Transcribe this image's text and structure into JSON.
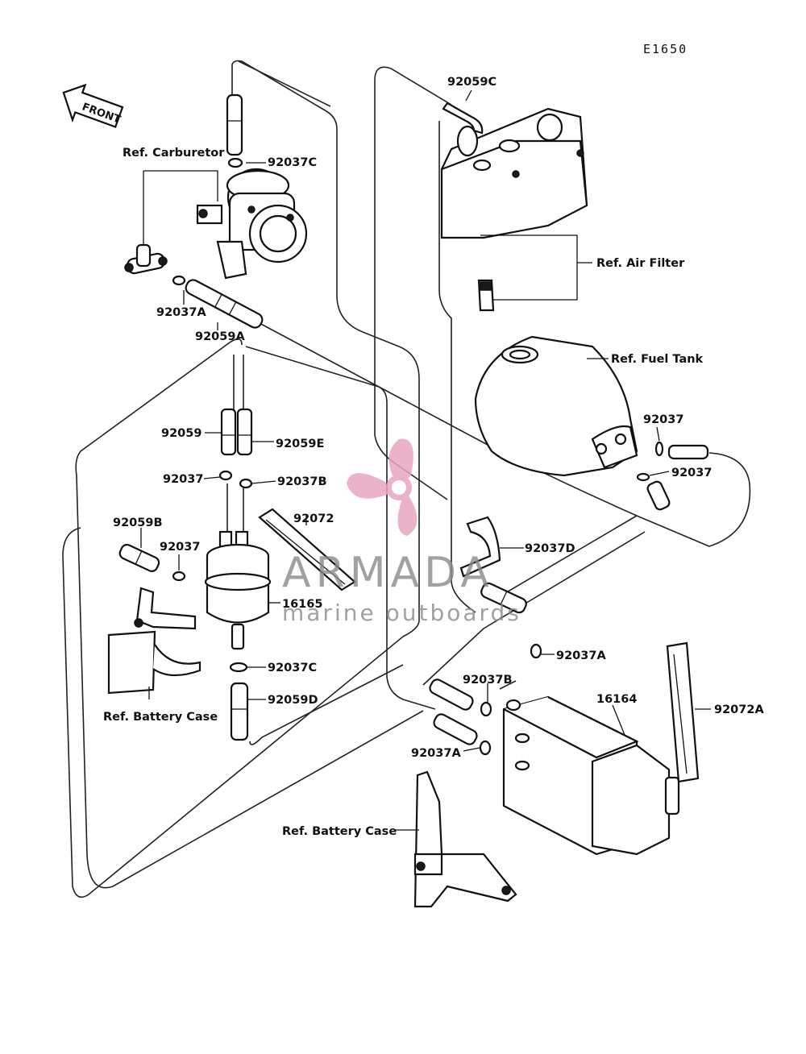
{
  "diagram": {
    "code": "E1650",
    "front_label": "FRONT",
    "labels": {
      "ref_carburetor": "Ref. Carburetor",
      "ref_air_filter": "Ref. Air Filter",
      "ref_fuel_tank": "Ref. Fuel Tank",
      "ref_battery_case_left": "Ref. Battery Case",
      "ref_battery_case_bottom": "Ref. Battery Case",
      "p92059C": "92059C",
      "p92037C_top": "92037C",
      "p92037A_left": "92037A",
      "p92059A": "92059A",
      "p92059": "92059",
      "p92059E": "92059E",
      "p92037_mid": "92037",
      "p92037B_mid": "92037B",
      "p92072": "92072",
      "p92059B": "92059B",
      "p92037_left": "92037",
      "p16165": "16165",
      "p92037C_bottom": "92037C",
      "p92059D": "92059D",
      "p92037_tank1": "92037",
      "p92037_tank2": "92037",
      "p92037D": "92037D",
      "p92037A_right": "92037A",
      "p92037B_right": "92037B",
      "p16164": "16164",
      "p92072A": "92072A",
      "p92037A_bottom": "92037A"
    },
    "watermark": {
      "brand": "ARMADA",
      "tagline": "marine outboards",
      "logo_color": "#e8a6c1",
      "text_color": "#8a8a8a"
    }
  }
}
